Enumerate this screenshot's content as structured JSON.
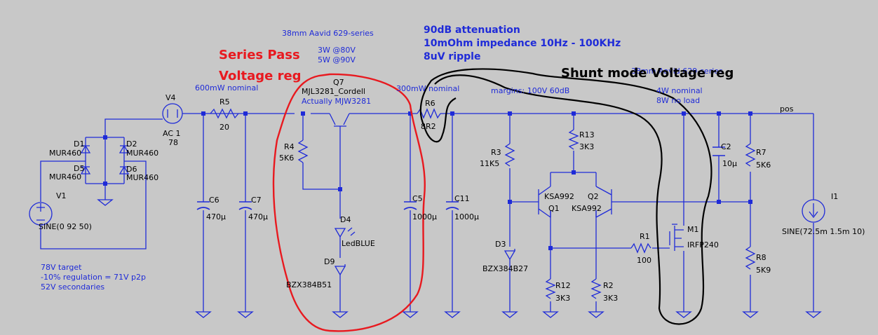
{
  "colors": {
    "background": "#c8c8c8",
    "wire": "#1f2bd8",
    "text": "#000000",
    "annotation": "#1f2bd8",
    "red_markup": "#e8191f",
    "black_markup": "#000000"
  },
  "notes": {
    "heatsink1": "38mm Aavid 629-series",
    "series_pass_l1": "Series Pass",
    "series_pass_l2": "Voltage reg",
    "q7_power1": "3W @80V",
    "q7_power2": "5W @90V",
    "r5_power": "600mW nominal",
    "atten_1": "90dB attenuation",
    "atten_2": "10mOhm impedance 10Hz - 100KHz",
    "atten_3": "8uV ripple",
    "shunt_title": "Shunt mode Voltage reg",
    "heatsink2": "38mm Aavid 629-series",
    "r6_power": "300mW nominal",
    "margins": "margins: 100V 60dB",
    "m1_power1": "4W nominal",
    "m1_power2": "8W no load",
    "target_1": "78V target",
    "target_2": "-10% regulation = 71V p2p",
    "target_3": "52V secondaries",
    "net_pos": "pos"
  },
  "components": {
    "D1": {
      "ref": "D1",
      "value": "MUR460"
    },
    "D2": {
      "ref": "D2",
      "value": "MUR460"
    },
    "D5": {
      "ref": "D5",
      "value": "MUR460"
    },
    "D6": {
      "ref": "D6",
      "value": "MUR460"
    },
    "V1": {
      "ref": "V1",
      "value": "SINE(0 92 50)"
    },
    "V4": {
      "ref": "V4",
      "value1": "AC 1",
      "value2": "78"
    },
    "R5": {
      "ref": "R5",
      "value": "20"
    },
    "C6": {
      "ref": "C6",
      "value": "470µ"
    },
    "C7": {
      "ref": "C7",
      "value": "470µ"
    },
    "Q7": {
      "ref": "Q7",
      "value": "MJL3281_Cordell",
      "note": "Actually MJW3281"
    },
    "R4": {
      "ref": "R4",
      "value": "5K6"
    },
    "D4": {
      "ref": "D4",
      "value": "LedBLUE"
    },
    "D9": {
      "ref": "D9",
      "value": "BZX384B51"
    },
    "C5": {
      "ref": "C5",
      "value": "1000µ"
    },
    "R6": {
      "ref": "R6",
      "value": "8R2"
    },
    "C11": {
      "ref": "C11",
      "value": "1000µ"
    },
    "R3": {
      "ref": "R3",
      "value": "11K5"
    },
    "D3": {
      "ref": "D3",
      "value": "BZX384B27"
    },
    "R13": {
      "ref": "R13",
      "value": "3K3"
    },
    "Q1": {
      "ref": "Q1",
      "value": "KSA992"
    },
    "Q2": {
      "ref": "Q2",
      "value": "KSA992"
    },
    "R12": {
      "ref": "R12",
      "value": "3K3"
    },
    "R2": {
      "ref": "R2",
      "value": "3K3"
    },
    "R1": {
      "ref": "R1",
      "value": "100"
    },
    "M1": {
      "ref": "M1",
      "value": "IRFP240"
    },
    "C2": {
      "ref": "C2",
      "value": "10µ"
    },
    "R7": {
      "ref": "R7",
      "value": "5K6"
    },
    "R8": {
      "ref": "R8",
      "value": "5K9"
    },
    "I1": {
      "ref": "I1",
      "value": "SINE(72.5m 1.5m 10)"
    }
  }
}
